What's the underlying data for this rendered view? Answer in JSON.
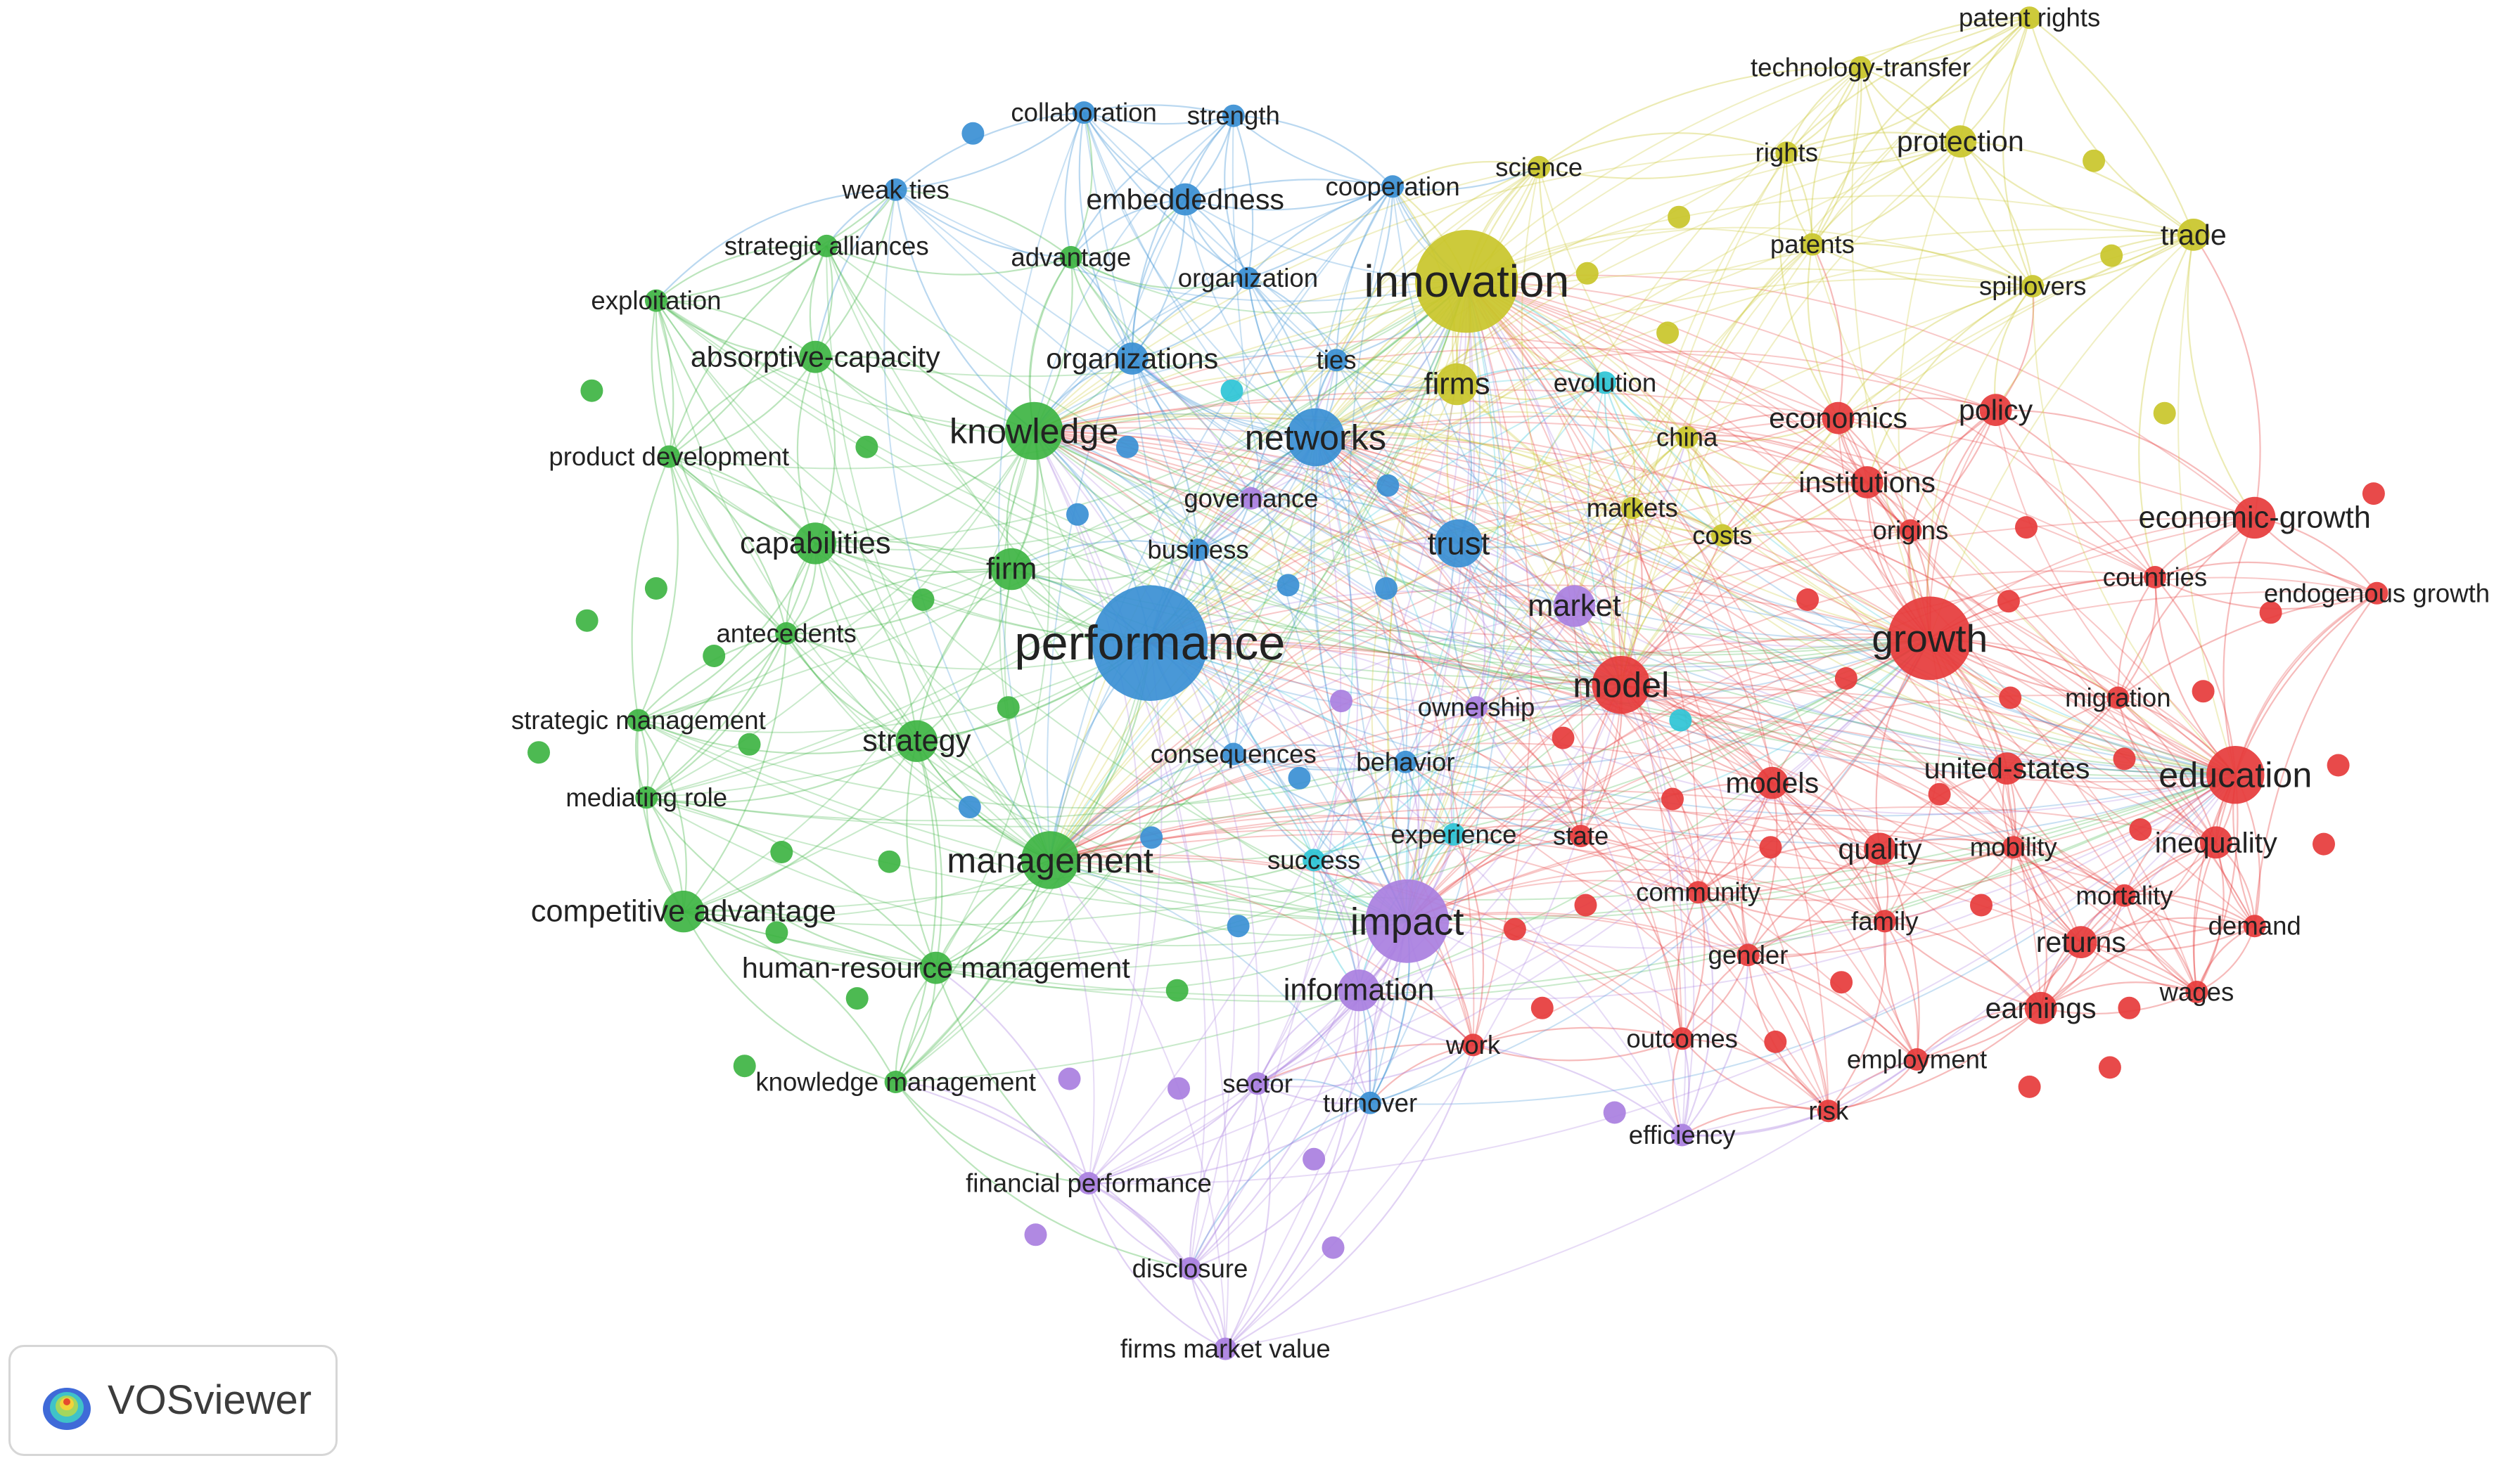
{
  "app": {
    "brand_label": "VOSviewer",
    "logo_icon": "vosviewer-logo-icon"
  },
  "clusters": {
    "red": "#e63b3b",
    "green": "#3eb443",
    "blue": "#3a8fd4",
    "yellow": "#c9c52a",
    "purple": "#a97fe0",
    "cyan": "#2ec4d6"
  },
  "nodes": [
    {
      "id": "performance",
      "label": "performance",
      "cluster": "blue",
      "weight": 10
    },
    {
      "id": "innovation",
      "label": "innovation",
      "cluster": "yellow",
      "weight": 9
    },
    {
      "id": "knowledge",
      "label": "knowledge",
      "cluster": "green",
      "weight": 6
    },
    {
      "id": "networks",
      "label": "networks",
      "cluster": "blue",
      "weight": 6
    },
    {
      "id": "management",
      "label": "management",
      "cluster": "green",
      "weight": 6
    },
    {
      "id": "impact",
      "label": "impact",
      "cluster": "purple",
      "weight": 7
    },
    {
      "id": "growth",
      "label": "growth",
      "cluster": "red",
      "weight": 7
    },
    {
      "id": "model",
      "label": "model",
      "cluster": "red",
      "weight": 6
    },
    {
      "id": "education",
      "label": "education",
      "cluster": "red",
      "weight": 6
    },
    {
      "id": "trust",
      "label": "trust",
      "cluster": "blue",
      "weight": 5
    },
    {
      "id": "firm",
      "label": "firm",
      "cluster": "green",
      "weight": 4
    },
    {
      "id": "competitive-advantage",
      "label": "competitive advantage",
      "cluster": "green",
      "weight": 4
    },
    {
      "id": "capabilities",
      "label": "capabilities",
      "cluster": "green",
      "weight": 4
    },
    {
      "id": "strategy",
      "label": "strategy",
      "cluster": "green",
      "weight": 4
    },
    {
      "id": "absorptive-capacity",
      "label": "absorptive-capacity",
      "cluster": "green",
      "weight": 3
    },
    {
      "id": "economic-growth",
      "label": "economic-growth",
      "cluster": "red",
      "weight": 4
    },
    {
      "id": "market",
      "label": "market",
      "cluster": "purple",
      "weight": 4
    },
    {
      "id": "information",
      "label": "information",
      "cluster": "purple",
      "weight": 4
    },
    {
      "id": "firms",
      "label": "firms",
      "cluster": "yellow",
      "weight": 4
    },
    {
      "id": "protection",
      "label": "protection",
      "cluster": "yellow",
      "weight": 3
    },
    {
      "id": "trade",
      "label": "trade",
      "cluster": "yellow",
      "weight": 3
    },
    {
      "id": "policy",
      "label": "policy",
      "cluster": "red",
      "weight": 3
    },
    {
      "id": "economics",
      "label": "economics",
      "cluster": "red",
      "weight": 3
    },
    {
      "id": "institutions",
      "label": "institutions",
      "cluster": "red",
      "weight": 3
    },
    {
      "id": "quality",
      "label": "quality",
      "cluster": "red",
      "weight": 3
    },
    {
      "id": "models",
      "label": "models",
      "cluster": "red",
      "weight": 3
    },
    {
      "id": "united-states",
      "label": "united-states",
      "cluster": "red",
      "weight": 3
    },
    {
      "id": "inequality",
      "label": "inequality",
      "cluster": "red",
      "weight": 3
    },
    {
      "id": "returns",
      "label": "returns",
      "cluster": "red",
      "weight": 3
    },
    {
      "id": "earnings",
      "label": "earnings",
      "cluster": "red",
      "weight": 3
    },
    {
      "id": "migration",
      "label": "migration",
      "cluster": "red",
      "weight": 2
    },
    {
      "id": "mobility",
      "label": "mobility",
      "cluster": "red",
      "weight": 2
    },
    {
      "id": "countries",
      "label": "countries",
      "cluster": "red",
      "weight": 2
    },
    {
      "id": "endogenous-growth",
      "label": "endogenous growth",
      "cluster": "red",
      "weight": 2
    },
    {
      "id": "origins",
      "label": "origins",
      "cluster": "red",
      "weight": 2
    },
    {
      "id": "costs",
      "label": "costs",
      "cluster": "yellow",
      "weight": 2
    },
    {
      "id": "markets",
      "label": "markets",
      "cluster": "yellow",
      "weight": 2
    },
    {
      "id": "china",
      "label": "china",
      "cluster": "yellow",
      "weight": 2
    },
    {
      "id": "evolution",
      "label": "evolution",
      "cluster": "cyan",
      "weight": 2
    },
    {
      "id": "patents",
      "label": "patents",
      "cluster": "yellow",
      "weight": 2
    },
    {
      "id": "spillovers",
      "label": "spillovers",
      "cluster": "yellow",
      "weight": 2
    },
    {
      "id": "rights",
      "label": "rights",
      "cluster": "yellow",
      "weight": 2
    },
    {
      "id": "science",
      "label": "science",
      "cluster": "yellow",
      "weight": 2
    },
    {
      "id": "technology-transfer",
      "label": "technology-transfer",
      "cluster": "yellow",
      "weight": 2
    },
    {
      "id": "patent-rights",
      "label": "patent rights",
      "cluster": "yellow",
      "weight": 2
    },
    {
      "id": "collaboration",
      "label": "collaboration",
      "cluster": "blue",
      "weight": 2
    },
    {
      "id": "strength",
      "label": "strength",
      "cluster": "blue",
      "weight": 2
    },
    {
      "id": "weak-ties",
      "label": "weak ties",
      "cluster": "blue",
      "weight": 2
    },
    {
      "id": "embeddedness",
      "label": "embeddedness",
      "cluster": "blue",
      "weight": 3
    },
    {
      "id": "cooperation",
      "label": "cooperation",
      "cluster": "blue",
      "weight": 2
    },
    {
      "id": "advantage",
      "label": "advantage",
      "cluster": "green",
      "weight": 2
    },
    {
      "id": "organization",
      "label": "organization",
      "cluster": "blue",
      "weight": 2
    },
    {
      "id": "organizations",
      "label": "organizations",
      "cluster": "blue",
      "weight": 3
    },
    {
      "id": "ties",
      "label": "ties",
      "cluster": "blue",
      "weight": 2
    },
    {
      "id": "strategic-alliances",
      "label": "strategic alliances",
      "cluster": "green",
      "weight": 2
    },
    {
      "id": "exploitation",
      "label": "exploitation",
      "cluster": "green",
      "weight": 2
    },
    {
      "id": "product-development",
      "label": "product development",
      "cluster": "green",
      "weight": 2
    },
    {
      "id": "governance",
      "label": "governance",
      "cluster": "purple",
      "weight": 2
    },
    {
      "id": "business",
      "label": "business",
      "cluster": "blue",
      "weight": 2
    },
    {
      "id": "antecedents",
      "label": "antecedents",
      "cluster": "green",
      "weight": 2
    },
    {
      "id": "strategic-management",
      "label": "strategic management",
      "cluster": "green",
      "weight": 2
    },
    {
      "id": "mediating-role",
      "label": "mediating role",
      "cluster": "green",
      "weight": 2
    },
    {
      "id": "ownership",
      "label": "ownership",
      "cluster": "purple",
      "weight": 2
    },
    {
      "id": "consequences",
      "label": "consequences",
      "cluster": "blue",
      "weight": 2
    },
    {
      "id": "behavior",
      "label": "behavior",
      "cluster": "blue",
      "weight": 2
    },
    {
      "id": "experience",
      "label": "experience",
      "cluster": "cyan",
      "weight": 2
    },
    {
      "id": "state",
      "label": "state",
      "cluster": "red",
      "weight": 2
    },
    {
      "id": "success",
      "label": "success",
      "cluster": "cyan",
      "weight": 2
    },
    {
      "id": "community",
      "label": "community",
      "cluster": "red",
      "weight": 2
    },
    {
      "id": "family",
      "label": "family",
      "cluster": "red",
      "weight": 2
    },
    {
      "id": "mortality",
      "label": "mortality",
      "cluster": "red",
      "weight": 2
    },
    {
      "id": "demand",
      "label": "demand",
      "cluster": "red",
      "weight": 2
    },
    {
      "id": "gender",
      "label": "gender",
      "cluster": "red",
      "weight": 2
    },
    {
      "id": "wages",
      "label": "wages",
      "cluster": "red",
      "weight": 2
    },
    {
      "id": "human-resource-management",
      "label": "human-resource management",
      "cluster": "green",
      "weight": 3
    },
    {
      "id": "work",
      "label": "work",
      "cluster": "red",
      "weight": 2
    },
    {
      "id": "outcomes",
      "label": "outcomes",
      "cluster": "red",
      "weight": 2
    },
    {
      "id": "employment",
      "label": "employment",
      "cluster": "red",
      "weight": 2
    },
    {
      "id": "knowledge-management",
      "label": "knowledge management",
      "cluster": "green",
      "weight": 2
    },
    {
      "id": "sector",
      "label": "sector",
      "cluster": "purple",
      "weight": 2
    },
    {
      "id": "turnover",
      "label": "turnover",
      "cluster": "blue",
      "weight": 2
    },
    {
      "id": "risk",
      "label": "risk",
      "cluster": "red",
      "weight": 2
    },
    {
      "id": "efficiency",
      "label": "efficiency",
      "cluster": "purple",
      "weight": 2
    },
    {
      "id": "financial-performance",
      "label": "financial performance",
      "cluster": "purple",
      "weight": 2
    },
    {
      "id": "disclosure",
      "label": "disclosure",
      "cluster": "purple",
      "weight": 2
    },
    {
      "id": "firms-market-value",
      "label": "firms market value",
      "cluster": "purple",
      "weight": 2
    }
  ]
}
